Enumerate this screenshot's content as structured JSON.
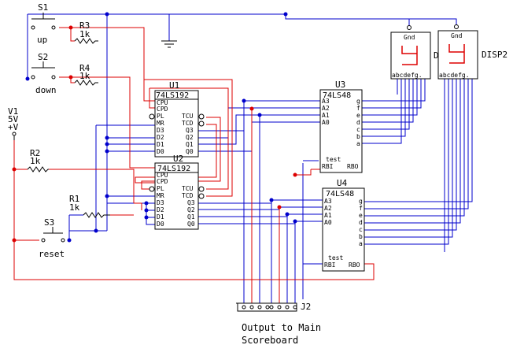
{
  "components": {
    "s1": "S1",
    "s1_label": "up",
    "s2": "S2",
    "s2_label": "down",
    "s3": "S3",
    "s3_label": "reset",
    "r1": "R1",
    "r1_val": "1k",
    "r2": "R2",
    "r2_val": "1k",
    "r3": "R3",
    "r3_val": "1k",
    "r4": "R4",
    "r4_val": "1k",
    "v1": "V1",
    "v1_val": "5V",
    "v1_plus": "+V"
  },
  "u1": {
    "ref": "U1",
    "part": "74LS192",
    "left_pins": [
      "CPU",
      "CPD",
      "PL",
      "MR",
      "D3",
      "D2",
      "D1",
      "D0"
    ],
    "right_pins": [
      "TCU",
      "TCD",
      "Q3",
      "Q2",
      "Q1",
      "Q0"
    ]
  },
  "u2": {
    "ref": "U2",
    "part": "74LS192",
    "left_pins": [
      "CPU",
      "CPD",
      "PL",
      "MR",
      "D3",
      "D2",
      "D1",
      "D0"
    ],
    "right_pins": [
      "TCU",
      "TCD",
      "Q3",
      "Q2",
      "Q1",
      "Q0"
    ]
  },
  "u3": {
    "ref": "U3",
    "part": "74LS48",
    "left_pins": [
      "A3",
      "A2",
      "A1",
      "A0"
    ],
    "right_pins": [
      "g",
      "f",
      "e",
      "d",
      "c",
      "b",
      "a"
    ],
    "test": "test",
    "rbi": "RBI",
    "rbo": "RBO"
  },
  "u4": {
    "ref": "U4",
    "part": "74LS48",
    "left_pins": [
      "A3",
      "A2",
      "A1",
      "A0"
    ],
    "right_pins": [
      "g",
      "f",
      "e",
      "d",
      "c",
      "b",
      "a"
    ],
    "test": "test",
    "rbi": "RBI",
    "rbo": "RBO"
  },
  "disp1": {
    "gnd": "Gnd",
    "segs": "abcdefg.",
    "ref_partial": "D"
  },
  "disp2": {
    "gnd": "Gnd",
    "segs": "abcdefg.",
    "ref": "DISP2"
  },
  "j2": {
    "ref": "J2",
    "caption_line1": "Output to Main",
    "caption_line2": "Scoreboard"
  },
  "colors": {
    "blue": "#0000cc",
    "red": "#dd0000",
    "black": "#000000",
    "dot": "#0000cc"
  }
}
